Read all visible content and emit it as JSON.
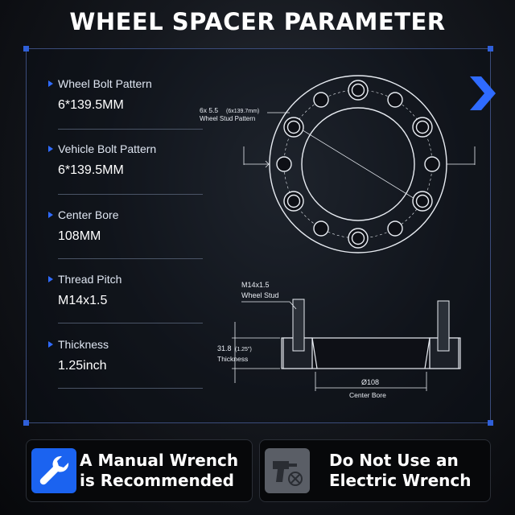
{
  "title": "WHEEL SPACER PARAMETER",
  "params": [
    {
      "label": "Wheel Bolt Pattern",
      "value": "6*139.5MM"
    },
    {
      "label": "Vehicle Bolt Pattern",
      "value": "6*139.5MM"
    },
    {
      "label": "Center Bore",
      "value": "108MM"
    },
    {
      "label": "Thread Pitch",
      "value": "M14x1.5"
    },
    {
      "label": "Thickness",
      "value": "1.25inch"
    }
  ],
  "diagram": {
    "stud_pattern_main": "6x 5.5",
    "stud_pattern_sub": "(6x139.7mm)",
    "stud_pattern_label": "Wheel Stud  Pattern",
    "stud_spec": "M14x1.5",
    "stud_label": "Wheel Stud",
    "thickness_value": "31.8",
    "thickness_sub": "(1.25\")",
    "thickness_label": "Thickness",
    "bore_value": "Ø108",
    "bore_label": "Center Bore"
  },
  "buttons": {
    "manual": {
      "line1": "A Manual Wrench",
      "line2": "is Recommended"
    },
    "electric": {
      "line1": "Do Not Use an",
      "line2": "Electric Wrench"
    }
  },
  "colors": {
    "accent": "#2f6bff",
    "text": "#ffffff"
  }
}
